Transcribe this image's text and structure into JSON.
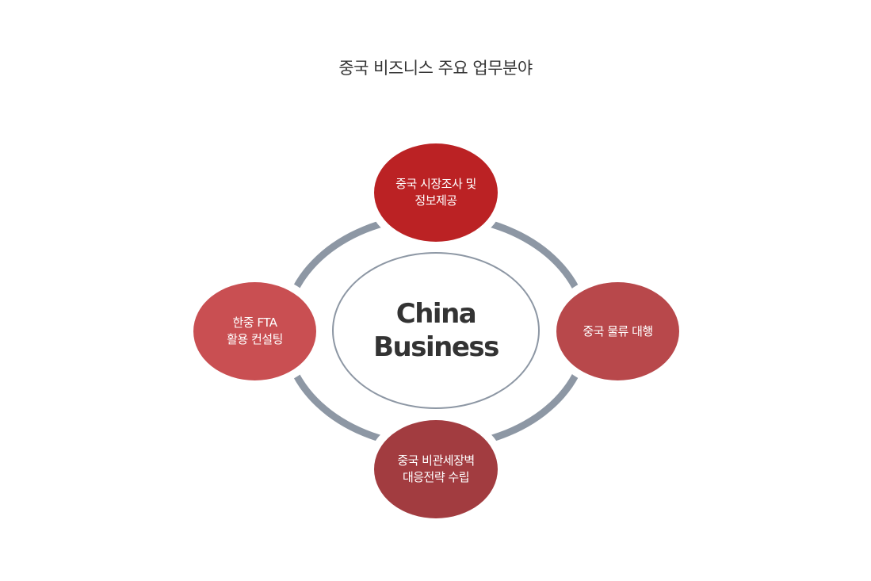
{
  "title": "중국 비즈니스 주요 업무분야",
  "center": {
    "line1": "China",
    "line2": "Business"
  },
  "nodes": {
    "top": {
      "line1": "중국 시장조사 및",
      "line2": "정보제공"
    },
    "right": {
      "line1": "중국 물류 대행"
    },
    "bottom": {
      "line1": "중국 비관세장벽",
      "line2": "대응전략 수립"
    },
    "left": {
      "line1": "한중 FTA",
      "line2": "활용 컨설팅"
    }
  },
  "colors": {
    "ring": "#8d97a4",
    "node_top": "#bb2224",
    "node_right": "#b8484b",
    "node_bottom": "#a23c40",
    "node_left": "#c94f52",
    "title_text": "#333333"
  }
}
